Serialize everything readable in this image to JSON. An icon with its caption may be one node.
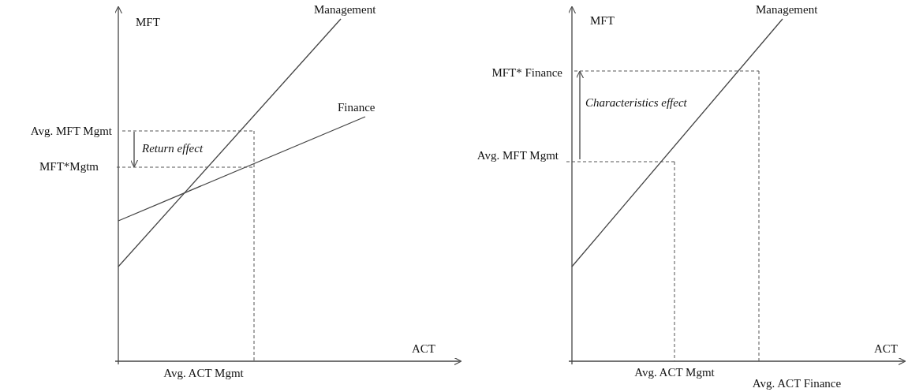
{
  "diagram": {
    "labels": [
      "MFT",
      "Management",
      "Finance",
      "Avg. MFT Mgmt",
      "Return effect",
      "MFT*Mgtm",
      "ACT",
      "Avg. ACT Mgmt",
      "MFT",
      "Management",
      "MFT* Finance",
      "Characteristics effect",
      "Avg. MFT Mgmt",
      "ACT",
      "Avg. ACT Mgmt",
      "Avg. ACT Finance"
    ]
  }
}
